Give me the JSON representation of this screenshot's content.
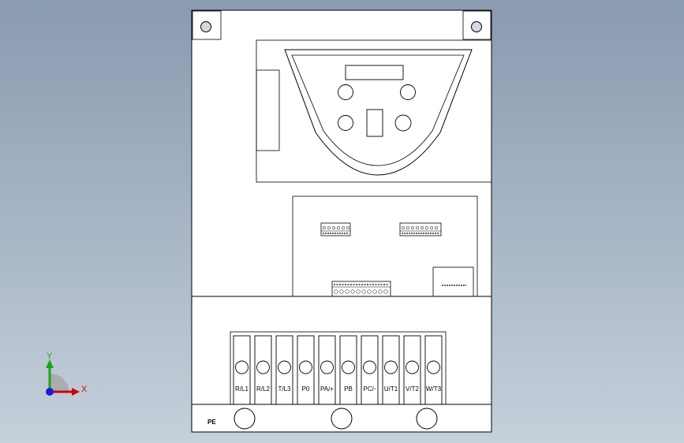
{
  "terminals": [
    {
      "label": "R/L1"
    },
    {
      "label": "R/L2"
    },
    {
      "label": "T/L3"
    },
    {
      "label": "P0"
    },
    {
      "label": "PA/+"
    },
    {
      "label": "PB"
    },
    {
      "label": "PC/-"
    },
    {
      "label": "U/T1"
    },
    {
      "label": "V/T2"
    },
    {
      "label": "W/T3"
    }
  ],
  "ground_label": "PE",
  "triad": {
    "x_label": "X",
    "y_label": "Y"
  },
  "colors": {
    "background_top": "#8a9bb0",
    "background_bottom": "#c6d0db",
    "body_fill": "#ffffff",
    "line": "#000000",
    "hole_fill": "#d4d8e0",
    "axis_x": "#cc0000",
    "axis_y": "#1aa31a",
    "axis_z": "#1a1ad6"
  }
}
